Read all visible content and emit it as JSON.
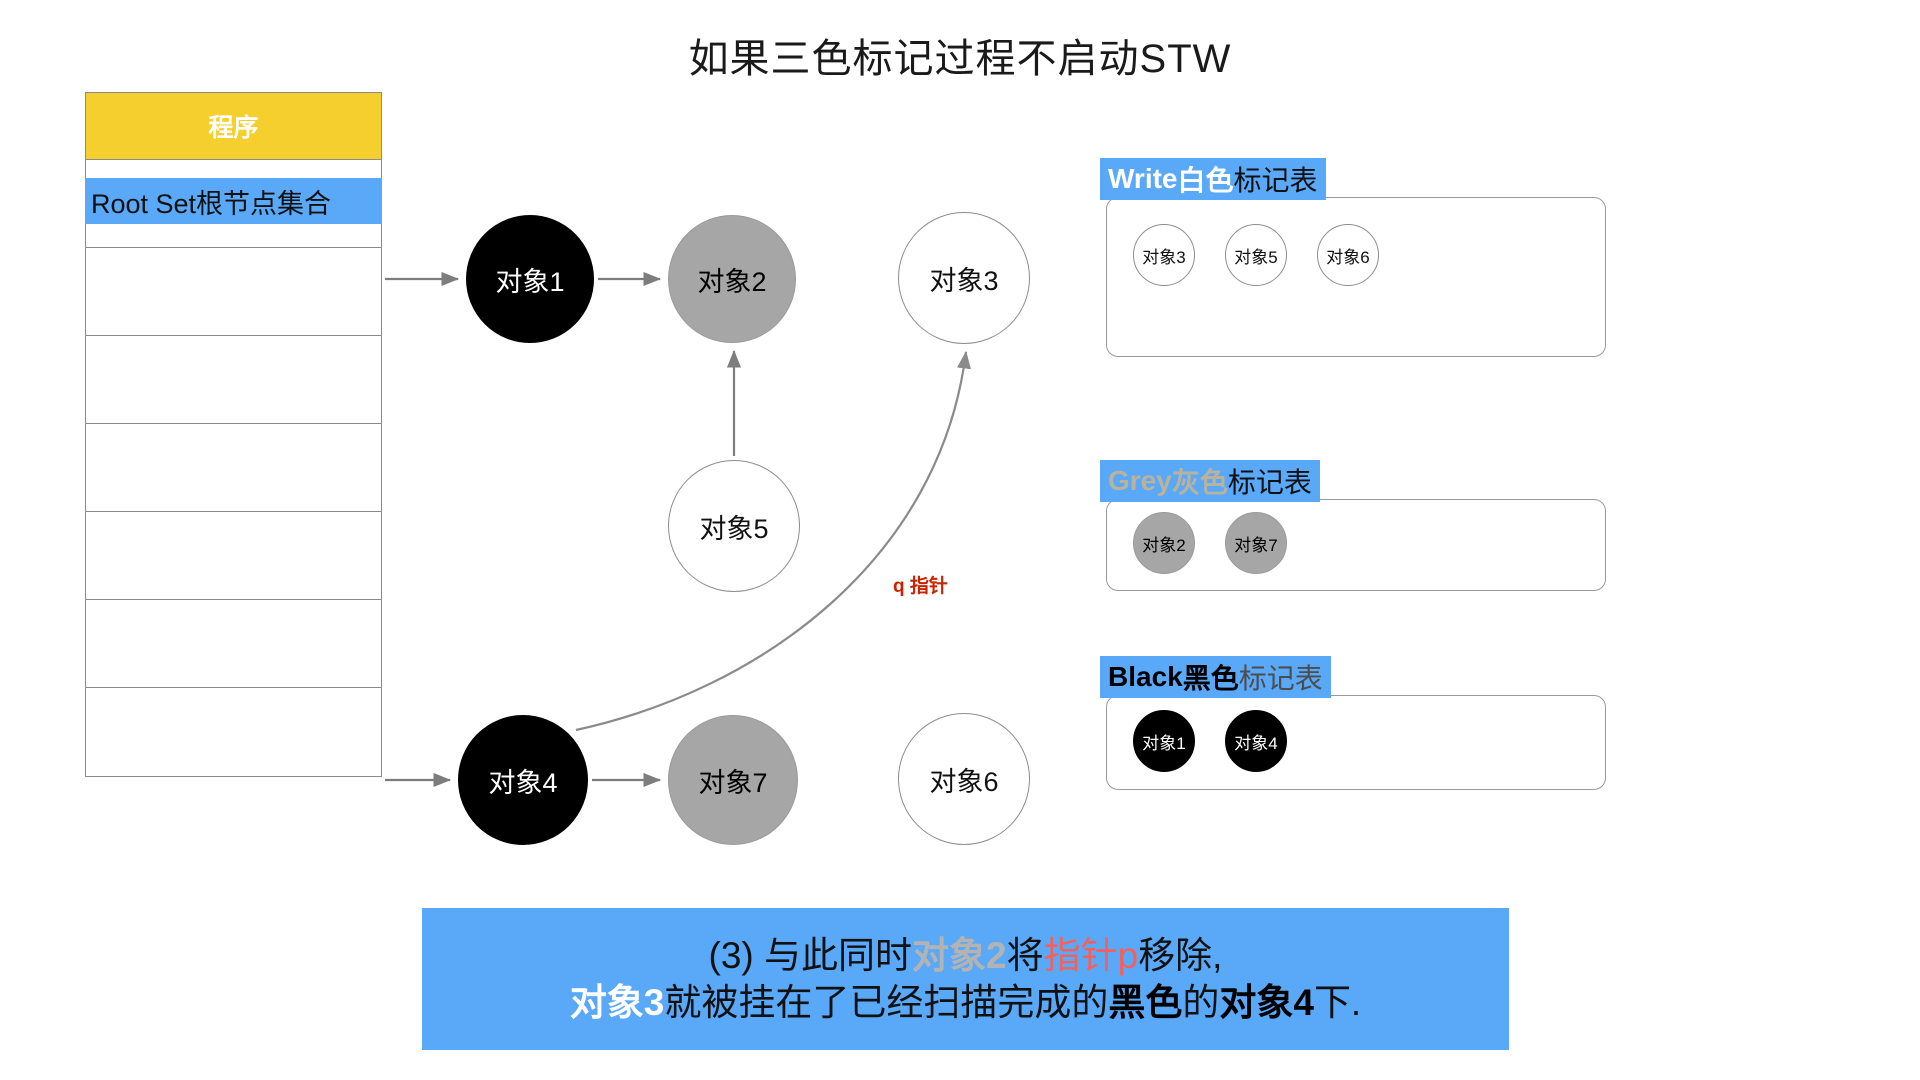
{
  "title": "如果三色标记过程不启动STW",
  "program_table": {
    "header": "程序",
    "root_set_label": "Root Set根节点集合",
    "empty_row_count": 7
  },
  "graph": {
    "nodes": [
      {
        "id": "obj1",
        "label": "对象1",
        "color": "black"
      },
      {
        "id": "obj2",
        "label": "对象2",
        "color": "grey"
      },
      {
        "id": "obj3",
        "label": "对象3",
        "color": "white"
      },
      {
        "id": "obj5",
        "label": "对象5",
        "color": "white"
      },
      {
        "id": "obj4",
        "label": "对象4",
        "color": "black"
      },
      {
        "id": "obj7",
        "label": "对象7",
        "color": "grey"
      },
      {
        "id": "obj6",
        "label": "对象6",
        "color": "white"
      }
    ],
    "pointer_annotation": "q 指针"
  },
  "mark_tables": [
    {
      "id": "white-mark-table",
      "head_en": "Write ",
      "head_cn_colored": "白色",
      "head_cn_plain": "标记表",
      "items": [
        {
          "label": "对象3",
          "color": "white"
        },
        {
          "label": "对象5",
          "color": "white"
        },
        {
          "label": "对象6",
          "color": "white"
        }
      ]
    },
    {
      "id": "grey-mark-table",
      "head_en": "Grey ",
      "head_cn_colored": "灰色",
      "head_cn_plain": "标记表",
      "items": [
        {
          "label": "对象2",
          "color": "grey"
        },
        {
          "label": "对象7",
          "color": "grey"
        }
      ]
    },
    {
      "id": "black-mark-table",
      "head_en": "Black ",
      "head_cn_colored": "黑色",
      "head_cn_plain": "标记表",
      "items": [
        {
          "label": "对象1",
          "color": "black"
        },
        {
          "label": "对象4",
          "color": "black"
        }
      ]
    }
  ],
  "caption": {
    "line1": {
      "p1": "(3) 与此同时",
      "p2": "对象2",
      "p3": "将",
      "p4": "指针p",
      "p5": "移除,"
    },
    "line2": {
      "p1": "对象3",
      "p2": "就被挂在了已经扫描完成的",
      "p3": "黑色",
      "p4": "的",
      "p5": "对象4",
      "p6": "下."
    }
  },
  "colors": {
    "accent_blue": "#5aa8f8",
    "program_yellow": "#f4cf2e",
    "grey_node": "#a6a6a6",
    "pointer_red": "#cc2200",
    "caption_red": "#f4615b"
  }
}
